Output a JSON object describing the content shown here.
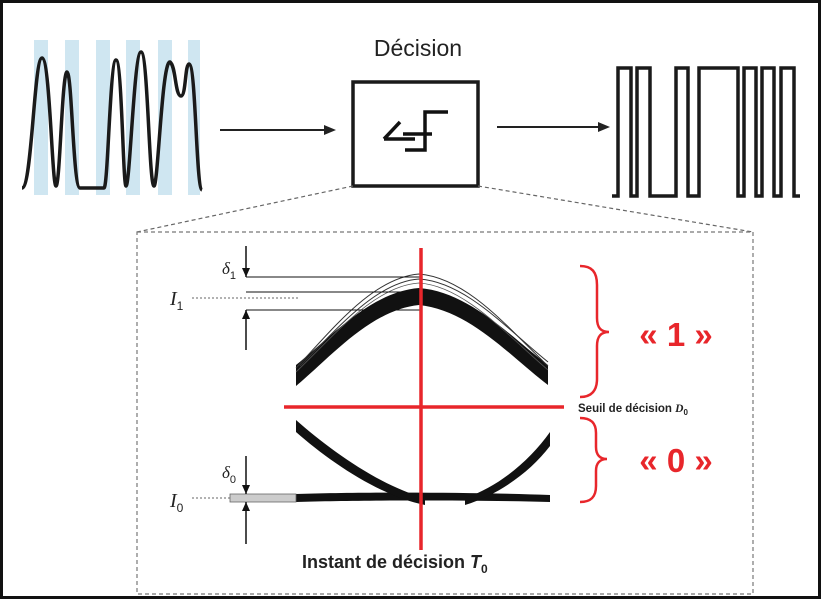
{
  "top": {
    "decision_label": "Décision"
  },
  "eye": {
    "label_one": "« 1 »",
    "label_zero": "« 0 »",
    "threshold": {
      "text": "Seuil de décision ",
      "symbol": "D",
      "subscript": "0"
    },
    "instant": {
      "text": "Instant de décision ",
      "symbol": "T",
      "subscript": "0"
    },
    "level_one": {
      "symbol": "I",
      "subscript": "1"
    },
    "level_zero": {
      "symbol": "I",
      "subscript": "0"
    },
    "delta_one": {
      "symbol": "δ",
      "subscript": "1"
    },
    "delta_zero": {
      "symbol": "δ",
      "subscript": "0"
    }
  },
  "colors": {
    "accent_red": "#e8262b",
    "sample_band": "#cfe6f1",
    "ink": "#1a1a1a"
  }
}
